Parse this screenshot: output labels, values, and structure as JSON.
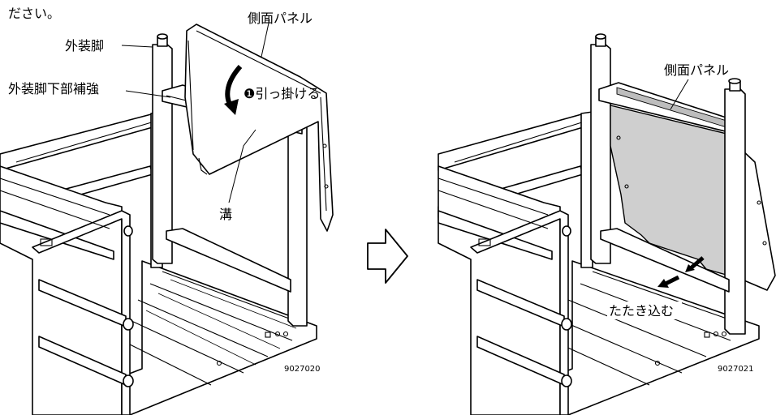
{
  "top_text": "ださい。",
  "left_figure": {
    "labels": {
      "side_panel": "側面パネル",
      "outer_leg": "外装脚",
      "outer_leg_lower_reinforcement": "外装脚下部補強",
      "step_hook": "❶引っ掛ける",
      "groove": "溝"
    },
    "figure_code": "9027020"
  },
  "right_figure": {
    "labels": {
      "side_panel": "側面パネル",
      "tap_in": "たたき込む"
    },
    "figure_code": "9027021"
  },
  "arrow_icon": "hollow-right-arrow"
}
